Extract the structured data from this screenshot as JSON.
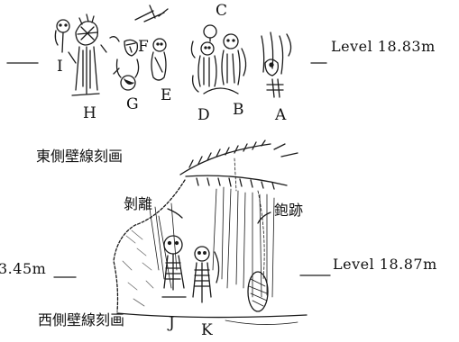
{
  "top_panel": {
    "labels": {
      "A": "A",
      "B": "B",
      "C": "C",
      "D": "D",
      "E": "E",
      "F": "F",
      "G": "G",
      "H": "H",
      "I": "I"
    },
    "level_right": "Level 18.83m"
  },
  "captions": {
    "east_wall": "東側壁線刻画",
    "west_wall": "西側壁線刻画",
    "peeling": "剝離",
    "plane_marks": "鉋跡"
  },
  "bottom_panel": {
    "labels": {
      "J": "J",
      "K": "K"
    },
    "level_left": "3.45m",
    "level_right": "Level 18.87m"
  }
}
